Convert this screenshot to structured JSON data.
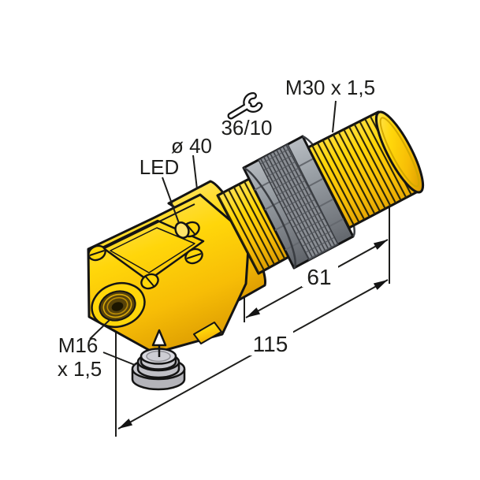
{
  "drawing": {
    "labels": {
      "thread_spec": "M30 x 1,5",
      "wrench_size": "36/10",
      "diameter": "ø 40",
      "led": "LED",
      "length_thread": "61",
      "length_total": "115",
      "gland_thread_line1": "M16",
      "gland_thread_line2": "x 1,5"
    },
    "colors": {
      "body_yellow": "#ffd60a",
      "nut_gray": "#9aa0a6",
      "outline": "#141414",
      "background": "#ffffff"
    }
  }
}
